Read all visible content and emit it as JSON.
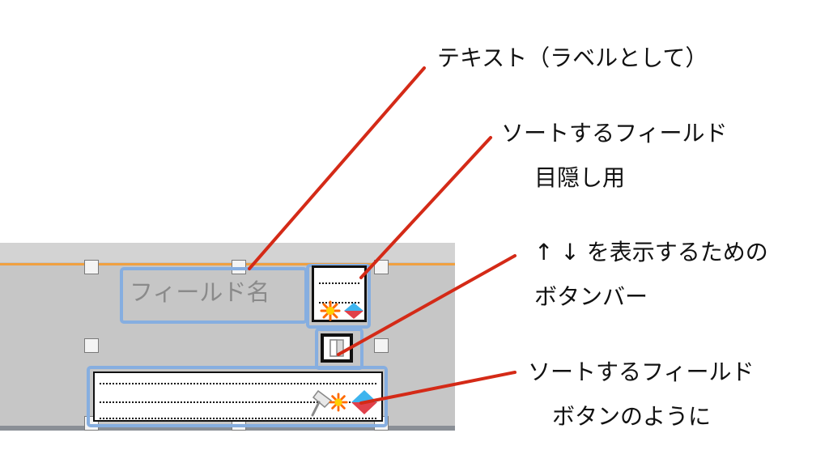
{
  "layout": {
    "field_label": "フィールド名"
  },
  "annotations": {
    "label_text": "テキスト（ラベルとして）",
    "sort_field_cover_line1": "ソートするフィールド",
    "sort_field_cover_line2": "目隠し用",
    "arrow_button_line1": "↑ ↓ を表示するための",
    "arrow_button_line2": "ボタンバー",
    "sort_button_line1": "ソートするフィールド",
    "sort_button_line2": "ボタンのように"
  },
  "colors": {
    "leader_line": "#d42a17",
    "selection": "#86aee0",
    "part_line": "#f0a040",
    "panel": "#c6c6c6"
  },
  "icons": [
    "script-trigger-icon",
    "conditional-format-icon",
    "pin-icon",
    "button-bar-icon"
  ]
}
